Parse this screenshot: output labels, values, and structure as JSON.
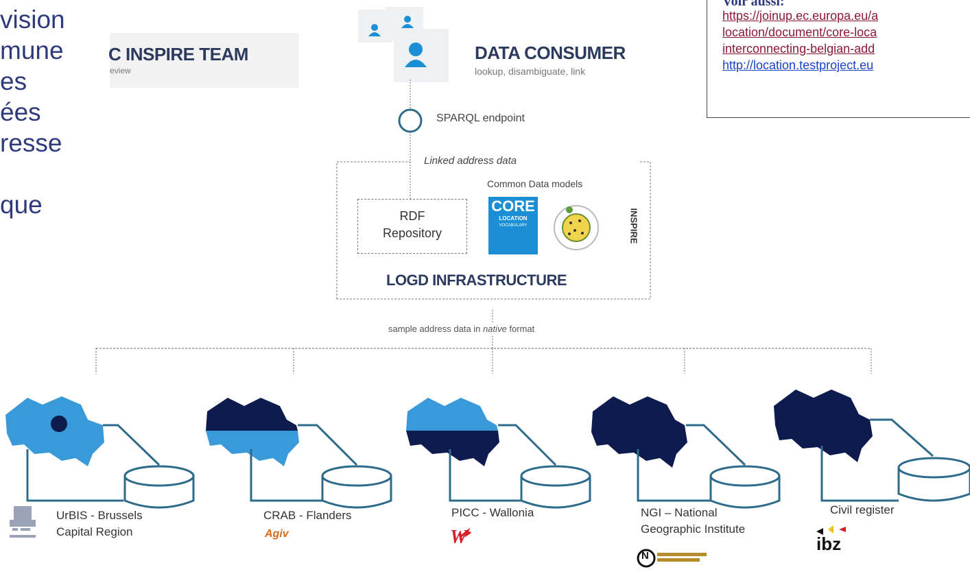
{
  "left_text": [
    "vision",
    "mune",
    "es",
    "ées",
    "resse",
    "",
    "que"
  ],
  "inspire_team": {
    "title": "C INSPIRE TEAM",
    "subtitle": "eview"
  },
  "data_consumer": {
    "title": "DATA CONSUMER",
    "subtitle": "lookup, disambiguate, link"
  },
  "sparql_label": "SPARQL endpoint",
  "linked_label": "Linked address data",
  "common_models_label": "Common Data models",
  "rdf_repository": [
    "RDF",
    "Repository"
  ],
  "core_logo": {
    "main": "CORE",
    "line2": "LOCATION",
    "line3": "VOCABULARY"
  },
  "inspire_vertical": "INSPIRE",
  "logd_label": "LOGD INFRASTRUCTURE",
  "sample_label": {
    "before": "sample address data in ",
    "italic": "native",
    "after": " format"
  },
  "see_also": {
    "title": "Voir aussi:",
    "links": [
      "https://joinup.ec.europa.eu/a",
      "location/document/core-loca",
      "interconnecting-belgian-add",
      "http://location.testproject.eu"
    ]
  },
  "sources": [
    {
      "lines": [
        "UrBIS - Brussels",
        "Capital Region"
      ],
      "logo": "brussels-logo"
    },
    {
      "lines": [
        "CRAB - Flanders"
      ],
      "logo_text": "Agiv"
    },
    {
      "lines": [
        "PICC - Wallonia"
      ],
      "logo_text": "W"
    },
    {
      "lines": [
        "NGI – National",
        "Geographic Institute"
      ],
      "logo_text": "N"
    },
    {
      "lines": [
        "Civil register"
      ],
      "logo_text": "ibz"
    }
  ],
  "colors": {
    "light_blue": "#3a9ad9",
    "dark_navy": "#0d1b4f",
    "left_text": "#2e3a7c",
    "line": "#2e6b8a",
    "core_blue": "#1a8fd6"
  }
}
